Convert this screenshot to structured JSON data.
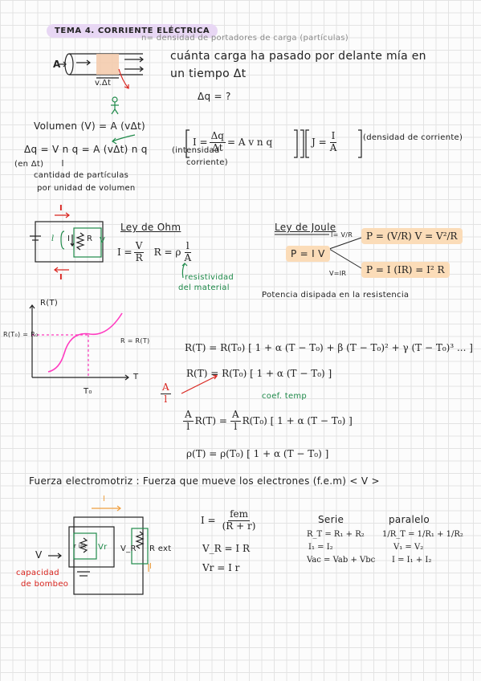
{
  "title": "TEMA 4. CORRIENTE ELÉCTRICA",
  "note_n": "n= densidad de portadores de carga (partículas)",
  "question_1": "cuánta carga ha pasado por delante mía en",
  "question_2": "un tiempo Δt",
  "dq_question": "Δq = ?",
  "wire_A": "A",
  "wire_vdt": "v.Δt",
  "volumen": "Volumen (V) = A (vΔt)",
  "dq_formula": "Δq = V n q = A (vΔt) n q",
  "en_dt": "(en Δt)",
  "cantidad_1": "cantidad de partículas",
  "cantidad_2": "por unidad de volumen",
  "I_lhs": "I =",
  "I_frac_num": "Δq",
  "I_frac_den": "Δt",
  "I_rhs": "= A v n q",
  "intensidad_1": "(intensidad",
  "intensidad_2": "corriente)",
  "J_lhs": "J =",
  "J_num": "I",
  "J_den": "A",
  "densidad": "(densidad de corriente)",
  "circ_I_top": "I",
  "circ_l": "l",
  "circ_I_mid": "I",
  "circ_R": "R",
  "circ_V": "V",
  "circ_I_bot": "I",
  "ohm_title": "Ley de Ohm",
  "ohm_I": "I =",
  "ohm_V": "V",
  "ohm_R": "R",
  "ohm_R2": "R = ρ",
  "ohm_l": "l",
  "ohm_A": "A",
  "resist_1": "resistividad",
  "resist_2": "del material",
  "joule_title": "Ley de Joule",
  "joule_P": "P = I V",
  "joule_IV": "I= V/R",
  "joule_VIR": "V=IR",
  "joule_P1": "P = (V/R) V = V²/R",
  "joule_P2": "P = I (IR) = I² R",
  "potencia": "Potencia disipada en la resistencia",
  "graph_y": "R(T)",
  "graph_R0": "R(T₀) = R₀",
  "graph_curve": "R = R(T)",
  "graph_T": "T",
  "graph_T0": "T₀",
  "eq1": "R(T) = R(T₀) [ 1 + α (T − T₀) + β (T − T₀)² + γ (T − T₀)³ ... ]",
  "eq2": "R(T) = R(T₀) [ 1 + α (T − T₀) ]",
  "coef": "coef. temp",
  "eq3_A": "A",
  "eq3_l": "l",
  "eq3": "R(T) =",
  "eq3_rhs": "R(T₀) [ 1 + α (T − T₀) ]",
  "eq4": "ρ(T) = ρ(T₀) [ 1 + α (T − T₀) ]",
  "fem_line": "Fuerza electromotriz : Fuerza que mueve los electrones (f.e.m) < V >",
  "c2_I": "I",
  "c2_V": "V",
  "c2_cap_1": "capacidad",
  "c2_cap_2": "de bombeo",
  "c2_rint": "r int",
  "c2_Vr": "Vr",
  "c2_VR": "V_R",
  "c2_Rext": "R ext",
  "c2_Ismall": "I",
  "fem_I": "I =",
  "fem_num": "fem",
  "fem_den": "(R + r)",
  "VR_eq": "V_R = I R",
  "Vr_eq": "Vr = I r",
  "serie_title": "Serie",
  "serie_1": "R_T = R₁ + R₂",
  "serie_2": "I₁ = I₂",
  "serie_3": "Vac = Vab + Vbc",
  "paral_title": "paralelo",
  "paral_1": "1/R_T = 1/R₁ + 1/R₂",
  "paral_2": "V₁ = V₂",
  "paral_3": "I = I₁ + I₂",
  "colors": {
    "green": "#1f8a4a",
    "red": "#d9241e",
    "pink": "#ff3cc0",
    "orange_box": "#fbdcb8",
    "title_tag": "#e8d7f4",
    "orange_arrow": "#f0a040"
  }
}
